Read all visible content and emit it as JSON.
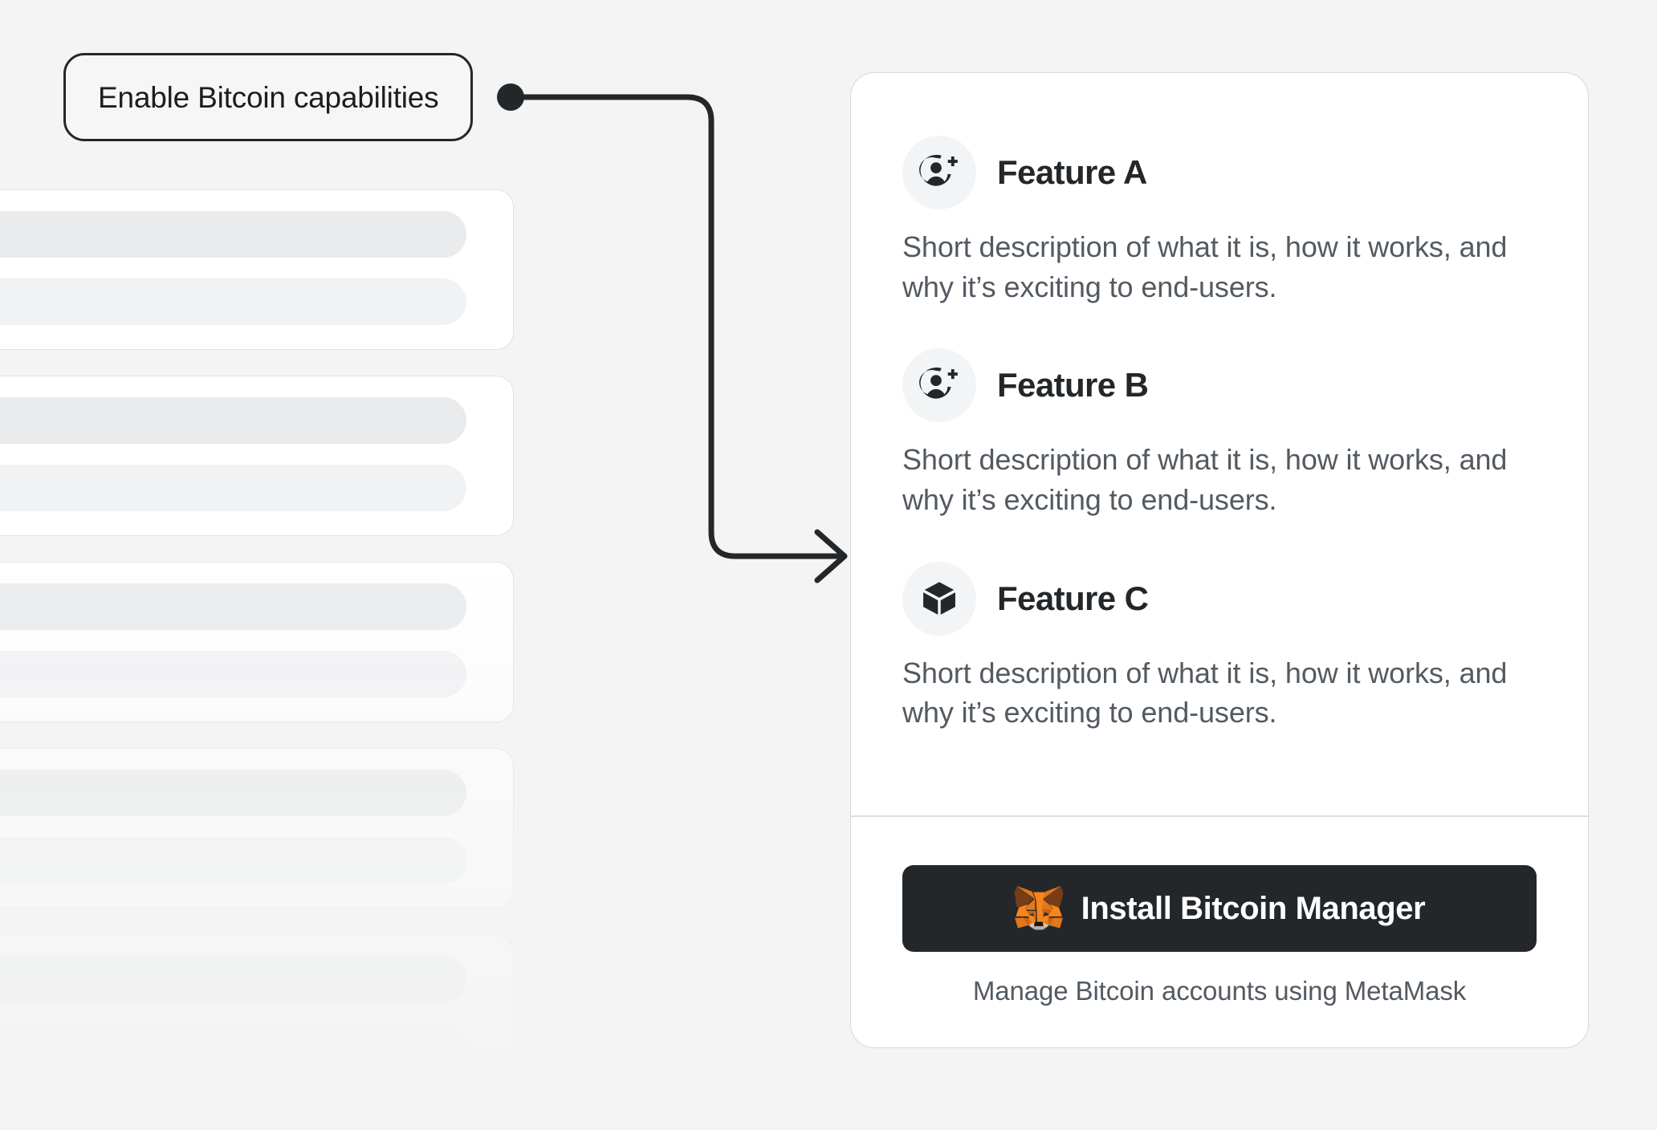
{
  "canvas": {
    "background_color": "#F3F4F3",
    "accent_dark": "#24272A",
    "muted_text_color": "#535A61",
    "card_border_color": "#D6D9DC"
  },
  "callout": {
    "label": "Enable Bitcoin capabilities",
    "connector_icon": "connector-dot-icon",
    "arrow_icon": "arrow-right-icon"
  },
  "skeleton": {
    "cards": [
      {
        "id": "skeleton-card-1"
      },
      {
        "id": "skeleton-card-2"
      },
      {
        "id": "skeleton-card-3"
      },
      {
        "id": "skeleton-card-4"
      },
      {
        "id": "skeleton-card-5"
      }
    ]
  },
  "feature_card": {
    "features": [
      {
        "icon": "user-add-icon",
        "title": "Feature A",
        "description": "Short description of what it is, how it works, and why it’s exciting to end-users."
      },
      {
        "icon": "user-add-icon",
        "title": "Feature B",
        "description": "Short description of what it is, how it works, and why it’s exciting to end-users."
      },
      {
        "icon": "cube-icon",
        "title": "Feature C",
        "description": "Short description of what it is, how it works, and why it’s exciting to end-users."
      }
    ],
    "footer": {
      "install_button_label": "Install Bitcoin Manager",
      "install_button_icon": "metamask-fox-icon",
      "install_button_color": "#24272A",
      "caption": "Manage Bitcoin accounts using MetaMask"
    }
  }
}
